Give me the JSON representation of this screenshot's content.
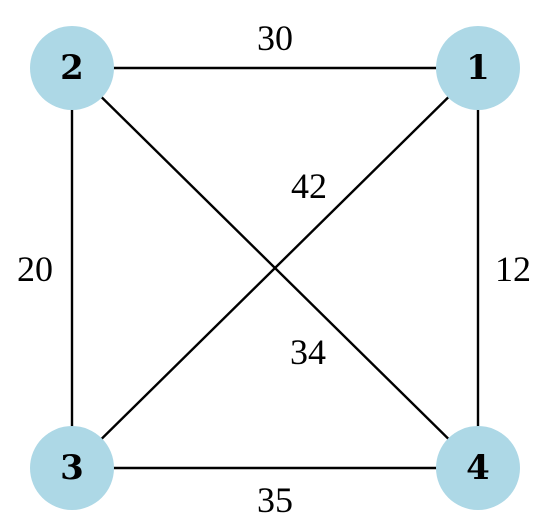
{
  "graph": {
    "node_color": "#add8e6",
    "edge_color": "#000000",
    "nodes": [
      {
        "id": "1",
        "label": "1"
      },
      {
        "id": "2",
        "label": "2"
      },
      {
        "id": "3",
        "label": "3"
      },
      {
        "id": "4",
        "label": "4"
      }
    ],
    "edges": [
      {
        "from": "2",
        "to": "1",
        "weight": "30"
      },
      {
        "from": "1",
        "to": "3",
        "weight": "42"
      },
      {
        "from": "2",
        "to": "3",
        "weight": "20"
      },
      {
        "from": "1",
        "to": "4",
        "weight": "12"
      },
      {
        "from": "2",
        "to": "4",
        "weight": "34"
      },
      {
        "from": "3",
        "to": "4",
        "weight": "35"
      }
    ]
  }
}
